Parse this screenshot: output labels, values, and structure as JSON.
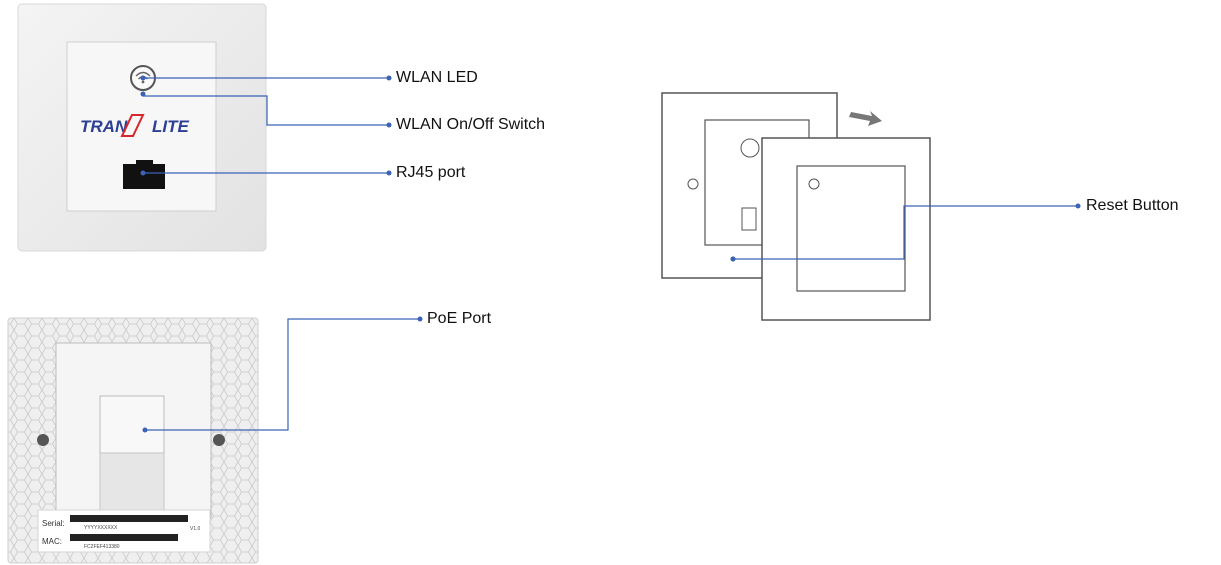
{
  "callouts": {
    "wlan_led": "WLAN LED",
    "wlan_switch": "WLAN On/Off Switch",
    "rj45": "RJ45 port",
    "poe": "PoE Port",
    "reset": "Reset Button"
  },
  "brand": {
    "logo_text_left": "TRAN",
    "logo_text_right": "LITE",
    "logo_color": "#2b3f93",
    "logo_accent": "#d7262c"
  },
  "label_sticker": {
    "serial_label": "Serial:",
    "serial_value": "YYYYXXXXXX",
    "version": "V1.0",
    "mac_label": "MAC:",
    "mac_value": "FC2FEF413380"
  },
  "colors": {
    "callout_line": "#3a63b8",
    "device_outline": "#555555"
  }
}
